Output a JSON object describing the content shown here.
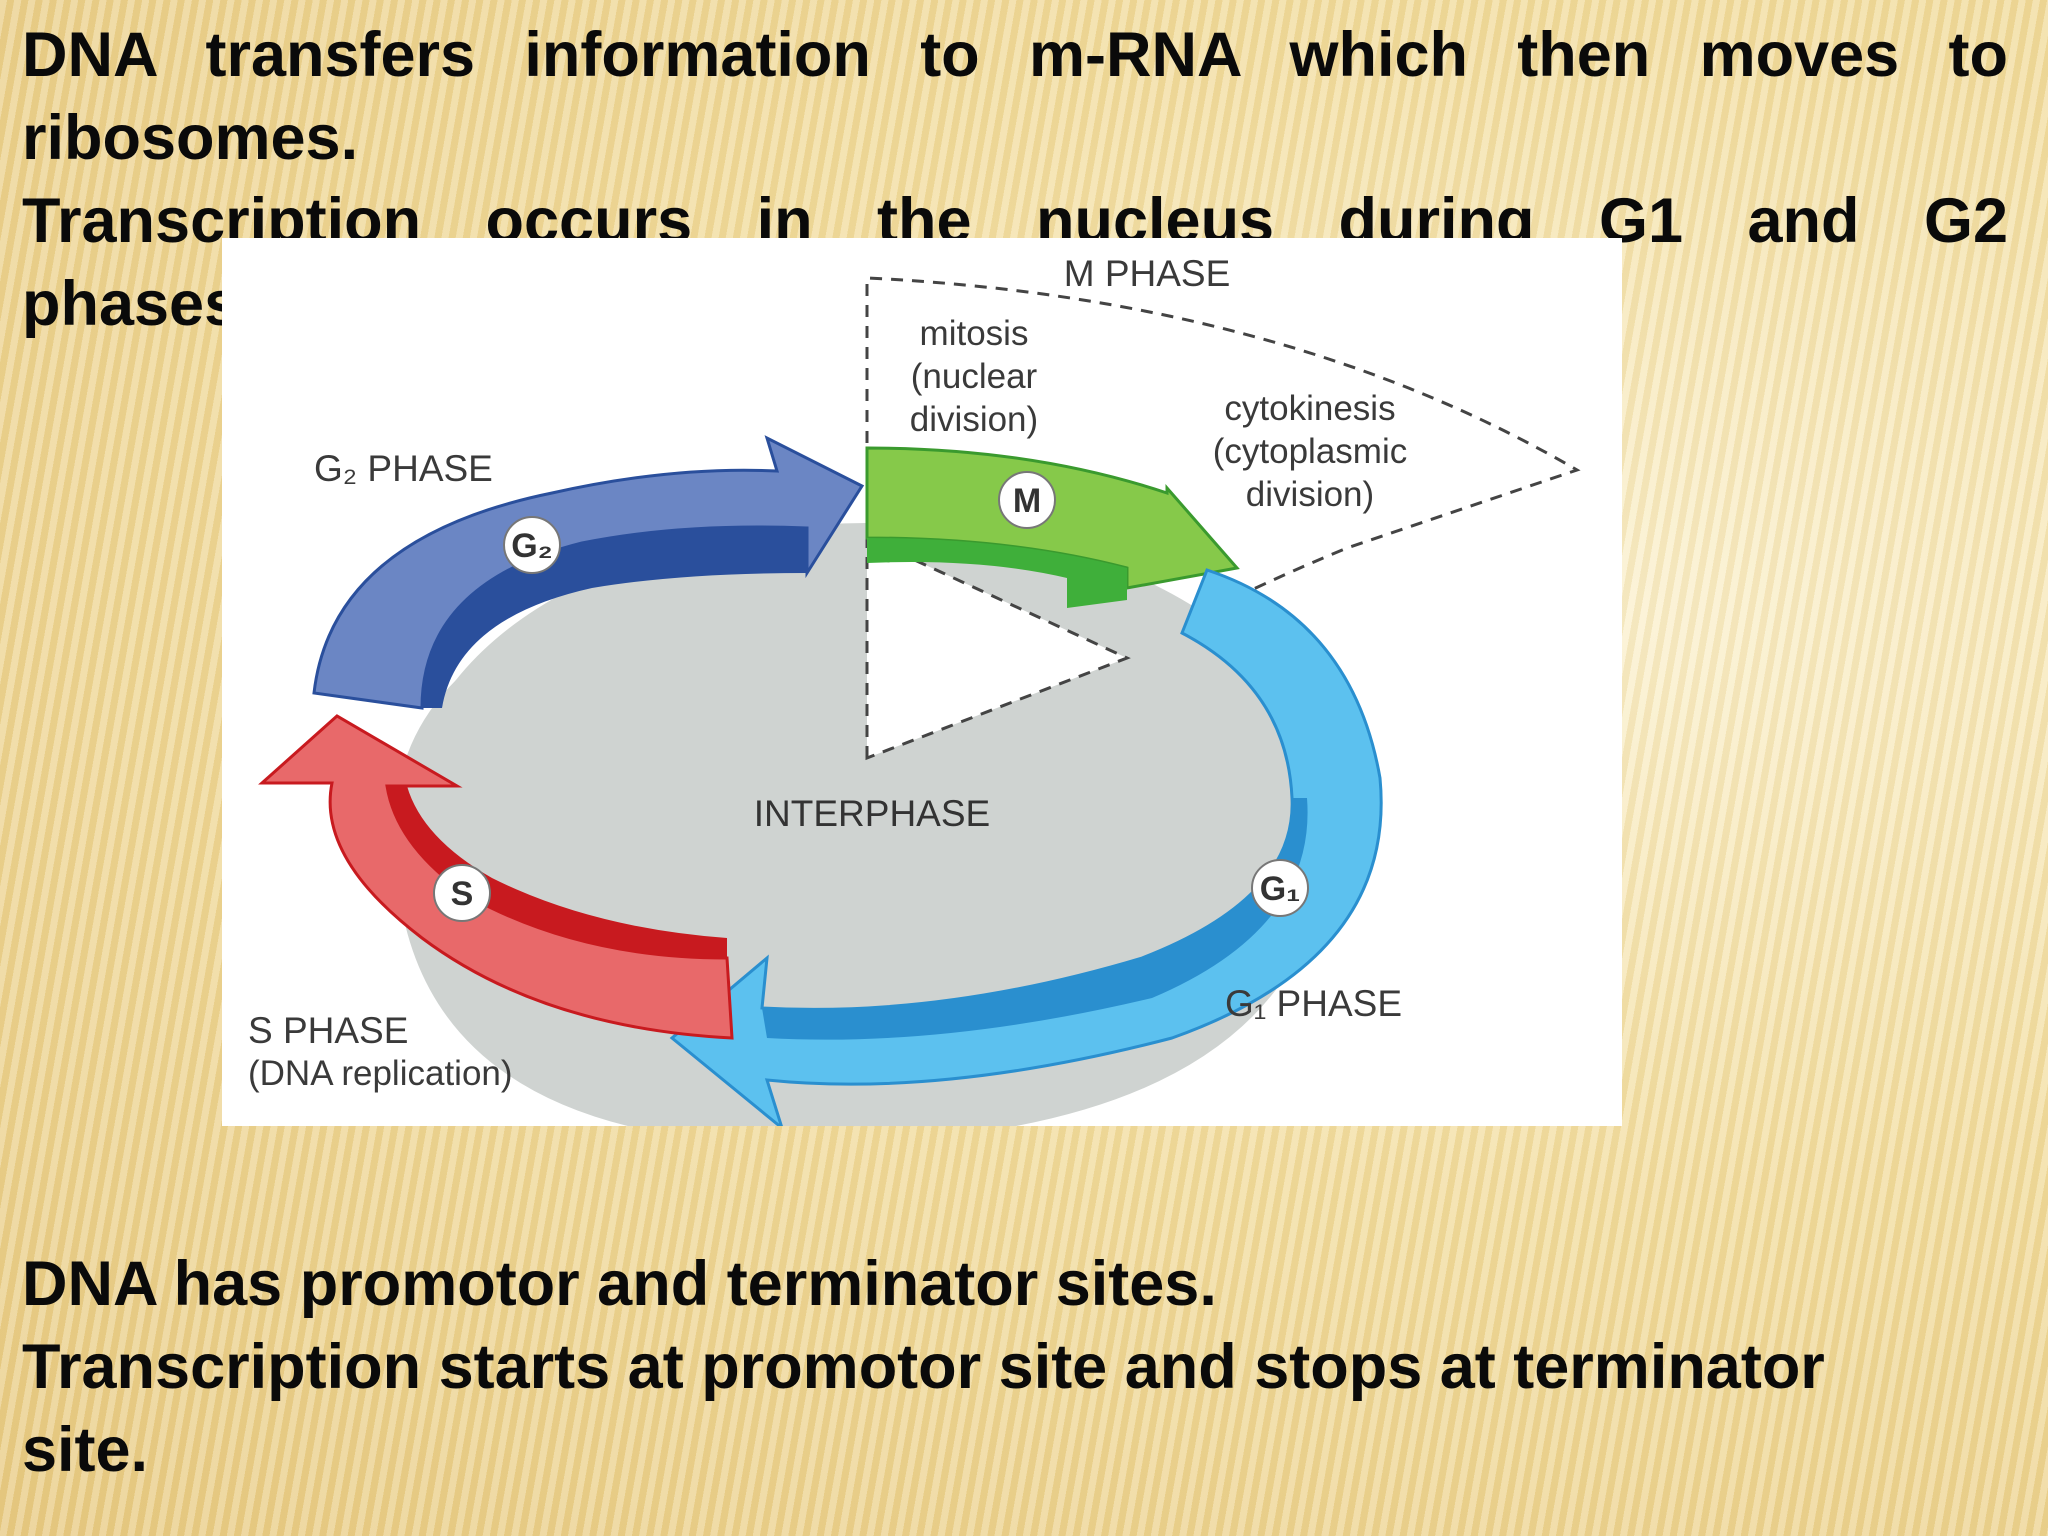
{
  "top_text": {
    "line1": "DNA transfers information to m-RNA which then moves to",
    "line2": "ribosomes.",
    "line3": "Transcription occurs in the nucleus during G1 and G2",
    "line4": "phases"
  },
  "bottom_text": {
    "line1": "DNA has promotor and terminator sites.",
    "line2": "Transcription starts at promotor site and stops at terminator",
    "line3": "site."
  },
  "diagram": {
    "m_phase": "M PHASE",
    "mitosis": [
      "mitosis",
      "(nuclear",
      "division)"
    ],
    "cytokinesis": [
      "cytokinesis",
      "(cytoplasmic",
      "division)"
    ],
    "g2_phase": "G₂ PHASE",
    "g1_phase": "G₁ PHASE",
    "s_phase": [
      "S PHASE",
      "(DNA replication)"
    ],
    "interphase": "INTERPHASE",
    "badges": {
      "m": "M",
      "g2": "G₂",
      "g1": "G₁",
      "s": "S"
    },
    "colors": {
      "m_arrow": "#86c94a",
      "g1_arrow": "#5cc1ef",
      "s_arrow": "#e8696a",
      "g2_arrow": "#6b86c4",
      "interphase_fill": "#cfd3d1"
    }
  }
}
